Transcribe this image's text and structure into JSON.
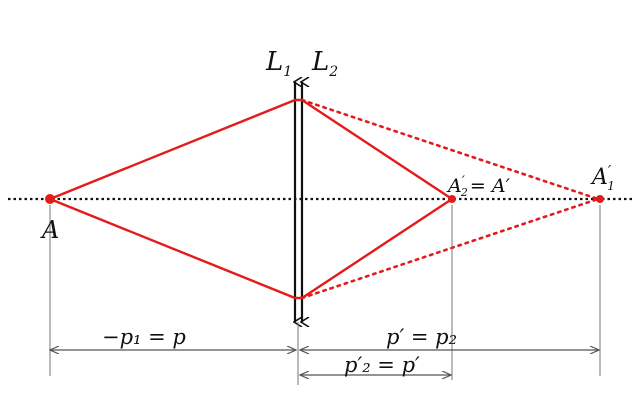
{
  "lenses": {
    "l1_label": "L",
    "l1_sub": "1",
    "l2_label": "L",
    "l2_sub": "2"
  },
  "points": {
    "object_label": "A",
    "image1_label": "A",
    "image1_sup": "′",
    "image1_sub": "1",
    "image2_label": "A",
    "image2_sup": "′",
    "image2_sub": "2",
    "image2_eq": "= A′"
  },
  "distances": {
    "object_distance": "−p₁ = p",
    "image1_distance": "p′ = p₂",
    "image2_distance": "p′₂ = p′"
  },
  "colors": {
    "ray": "#e31b1b",
    "ink": "#111111",
    "dim": "#555555"
  }
}
